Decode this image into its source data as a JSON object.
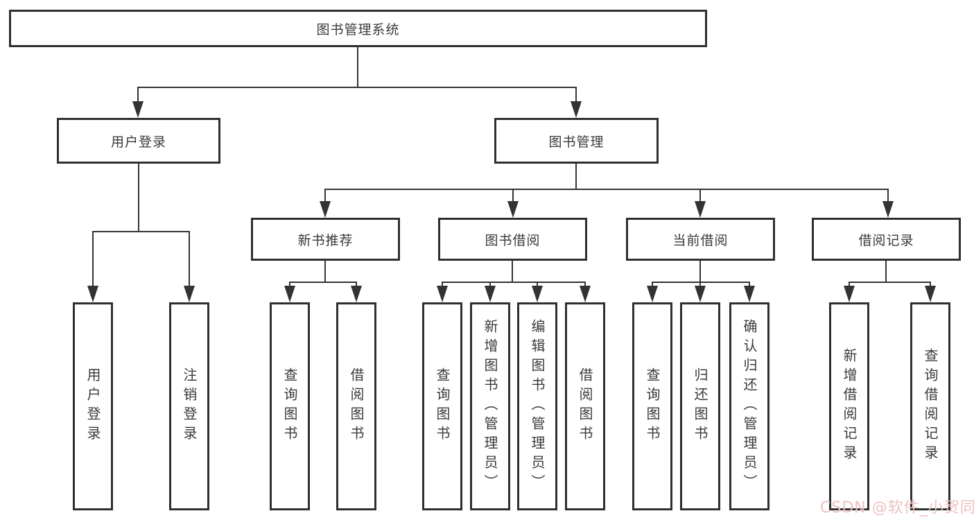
{
  "tree": {
    "label": "图书管理系统",
    "children": [
      {
        "label": "用户登录",
        "children": [
          {
            "label": "用户登录"
          },
          {
            "label": "注销登录"
          }
        ]
      },
      {
        "label": "图书管理",
        "children": [
          {
            "label": "新书推荐",
            "children": [
              {
                "label": "查询图书"
              },
              {
                "label": "借阅图书"
              }
            ]
          },
          {
            "label": "图书借阅",
            "children": [
              {
                "label": "查询图书"
              },
              {
                "label": "新增图书（管理员）"
              },
              {
                "label": "编辑图书（管理员）"
              },
              {
                "label": "借阅图书"
              }
            ]
          },
          {
            "label": "当前借阅",
            "children": [
              {
                "label": "查询图书"
              },
              {
                "label": "归还图书"
              },
              {
                "label": "确认归还（管理员）"
              }
            ]
          },
          {
            "label": "借阅记录",
            "children": [
              {
                "label": "新增借阅记录"
              },
              {
                "label": "查询借阅记录"
              }
            ]
          }
        ]
      }
    ]
  },
  "watermark": {
    "text": "CSDN @软件_小贺同学",
    "color": "#eec1c1"
  },
  "colors": {
    "line": "#333333",
    "border": "#2f2f2f",
    "text": "#3a3a3a",
    "background": "#ffffff"
  }
}
